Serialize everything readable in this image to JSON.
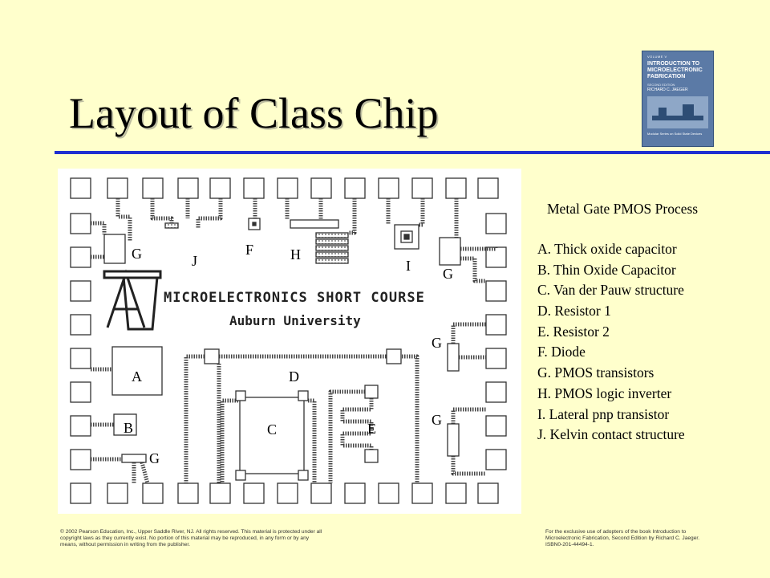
{
  "slide": {
    "title": "Layout of Class Chip"
  },
  "book_cover": {
    "volume": "VOLUME V",
    "title_lines": [
      "INTRODUCTION TO",
      "MICROELECTRONIC",
      "FABRICATION"
    ],
    "edition": "SECOND EDITION",
    "author": "RICHARD C. JAEGER",
    "series": "Modular Series on Solid State Devices"
  },
  "chip": {
    "banner_text": "MICROELECTRONICS SHORT COURSE",
    "university_text": "Auburn University",
    "labels": {
      "A": "A",
      "B": "B",
      "C": "C",
      "D": "D",
      "E": "E",
      "F": "F",
      "H": "H",
      "I": "I",
      "J": "J",
      "G1": "G",
      "G2": "G",
      "G3": "G",
      "G4": "G",
      "G5": "G"
    }
  },
  "legend": {
    "heading": "Metal Gate PMOS Process",
    "items": [
      "A. Thick oxide capacitor",
      "B. Thin Oxide Capacitor",
      "C. Van der Pauw structure",
      "D. Resistor 1",
      "E. Resistor 2",
      "F. Diode",
      "G. PMOS transistors",
      "H. PMOS logic inverter",
      "I. Lateral pnp transistor",
      "J. Kelvin contact structure"
    ]
  },
  "footer": {
    "left": "© 2002 Pearson Education, Inc., Upper Saddle River, NJ. All rights reserved. This material is protected under all copyright laws as they currently exist. No portion of this material may be reproduced, in any form or by any means, without permission in writing from the publisher.",
    "right": "For the exclusive use of adopters of the book Introduction to Microelectronic Fabrication, Second Edition by Richard C. Jaeger. ISBN0-201-44494-1."
  },
  "colors": {
    "background": "#ffffcc",
    "title_rule": "#1f2fd1",
    "book_cover": "#5b7aa6"
  }
}
